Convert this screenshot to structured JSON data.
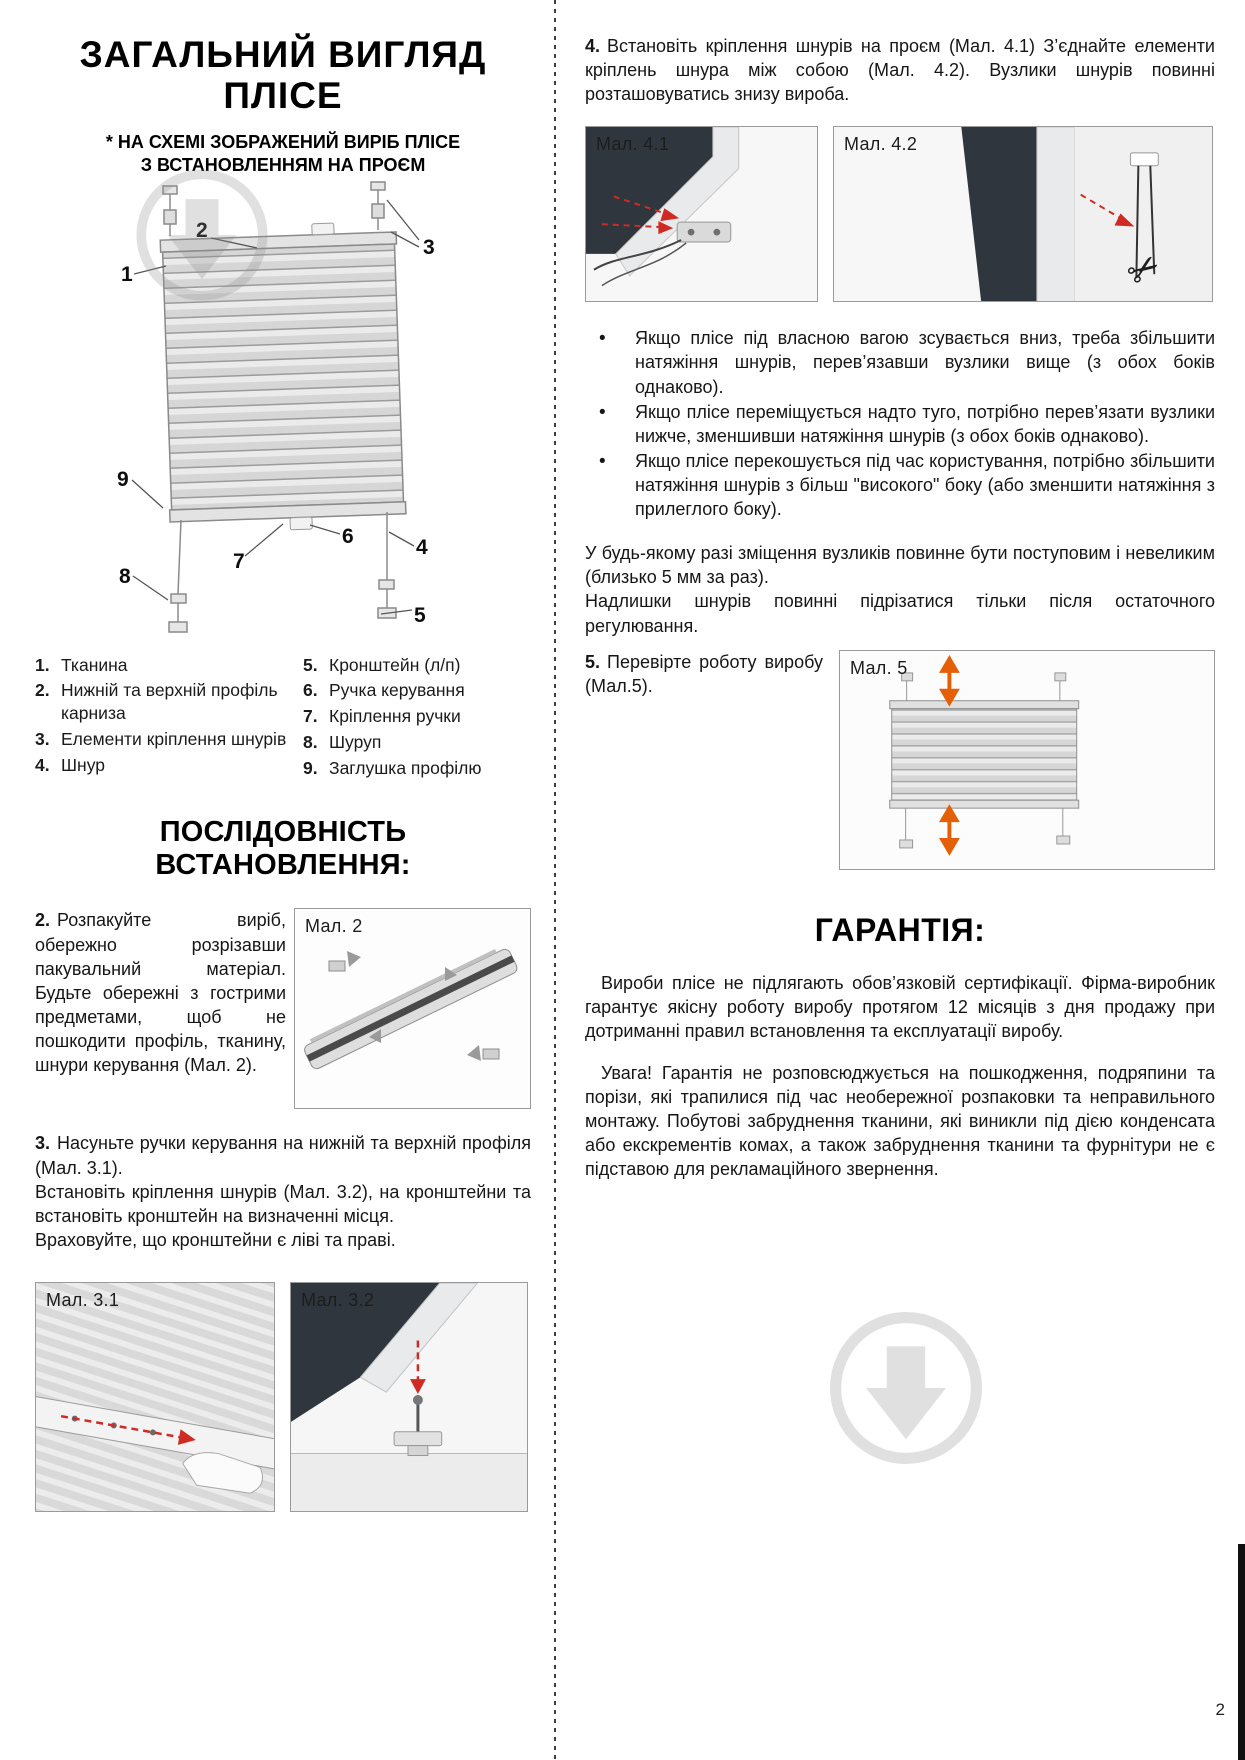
{
  "icons": {
    "scissors": "✂"
  },
  "page": {
    "number": "2"
  },
  "overview": {
    "title_line1": "ЗАГАЛЬНИЙ ВИГЛЯД",
    "title_line2": "ПЛІСЕ",
    "subtitle_line1": "* НА СХЕМІ ЗОБРАЖЕНИЙ ВИРІБ ПЛІСЕ",
    "subtitle_line2": "З ВСТАНОВЛЕННЯМ НА ПРОЄМ",
    "callouts": [
      "1",
      "2",
      "3",
      "4",
      "5",
      "6",
      "7",
      "8",
      "9"
    ],
    "legend_col1": [
      {
        "num": "1.",
        "text": "Тканина"
      },
      {
        "num": "2.",
        "text": "Нижній та верхній профіль карниза"
      },
      {
        "num": "3.",
        "text": "Елементи кріплення шнурів"
      },
      {
        "num": "4.",
        "text": "Шнур"
      }
    ],
    "legend_col2": [
      {
        "num": "5.",
        "text": "Кронштейн (л/п)"
      },
      {
        "num": "6.",
        "text": "Ручка керування"
      },
      {
        "num": "7.",
        "text": "Кріплення ручки"
      },
      {
        "num": "8.",
        "text": "Шуруп"
      },
      {
        "num": "9.",
        "text": "Заглушка профілю"
      }
    ]
  },
  "installation": {
    "heading": "ПОСЛІДОВНІСТЬ ВСТАНОВЛЕННЯ:",
    "step2_num": "2.",
    "step2_text": "Розпакуйте виріб, обережно розрізавши пакувальний матеріал. Будьте обережні з гострими предметами, щоб не пошкодити профіль, тканину, шнури керування (Мал. 2).",
    "fig2_label": "Мал. 2",
    "step3_num": "3.",
    "step3_line1": "Насуньте ручки керування на нижній та верхній профіля (Мал. 3.1).",
    "step3_line2": "Встановіть кріплення шнурів (Мал. 3.2), на кронштейни та встановіть кронштейн на визначенні місця.",
    "step3_line3": "Враховуйте, що кронштейни є ліві та праві.",
    "fig31_label": "Мал. 3.1",
    "fig32_label": "Мал. 3.2",
    "step4_num": "4.",
    "step4_text": "Встановіть кріплення шнурів на проєм (Мал. 4.1) З’єднайте елементи кріплень шнура між собою (Мал. 4.2). Вузлики шнурів повинні розташовуватись знизу вироба.",
    "fig41_label": "Мал. 4.1",
    "fig42_label": "Мал. 4.2",
    "bullets": [
      "Якщо плісе під власною вагою зсувається вниз, треба збільшити натяжіння шнурів, перев’язавши вузлики вище (з обох боків однаково).",
      "Якщо плісе переміщується надто туго, потрібно перев’язати вузлики нижче, зменшивши натяжіння шнурів (з обох боків однаково).",
      "Якщо плісе перекошується під час користування, потрібно збільшити натяжіння шнурів з більш \"високого\" боку (або зменшити натяжіння з прилеглого боку)."
    ],
    "note1": "У будь-якому разі зміщення вузликів повинне бути поступовим і невеликим (близько 5 мм за раз).",
    "note2": "Надлишки шнурів повинні підрізатися тільки після остаточного регулювання.",
    "step5_num": "5.",
    "step5_text": "Перевірте роботу виробу (Мал.5).",
    "fig5_label": "Мал. 5"
  },
  "warranty": {
    "heading": "ГАРАНТІЯ:",
    "p1": "Вироби плісе не підлягають обов’язковій сертифікації. Фірма-виробник гарантує якісну роботу виробу протягом 12 місяців з дня продажу при дотриманні правил встановлення та експлуатації виробу.",
    "p2": "Увага! Гарантія не розповсюджується на пошкодження, подряпини та порізи, які трапилися під час необережної розпаковки та неправильного монтажу. Побутові забруднення тканини, які виникли під дією конденсата або екскрементів комах, а також забруднення тканини та фурнітури не є підставою для рекламаційного звернення."
  }
}
